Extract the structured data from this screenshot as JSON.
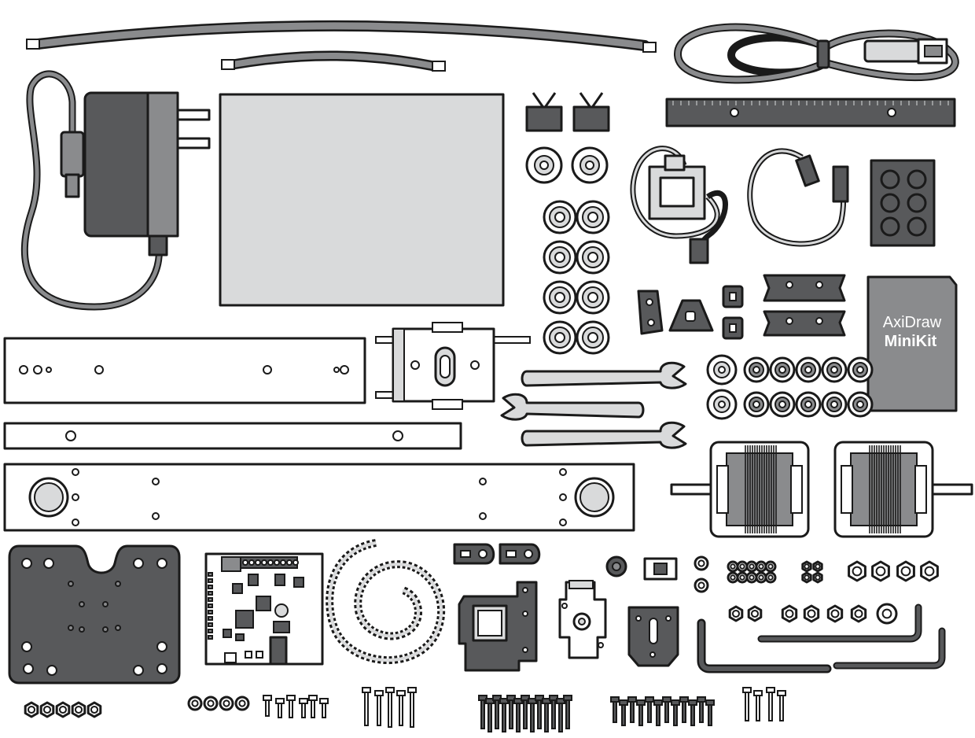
{
  "kit_box": {
    "line1": "AxiDraw",
    "line2": "MiniKit"
  },
  "colors": {
    "outline": "#1a1a1a",
    "dark_part": "#58595b",
    "mid_part": "#8a8b8d",
    "light_part": "#d9dadb",
    "background": "#ffffff"
  },
  "parts": [
    "long-cable",
    "short-cable",
    "usb-cable",
    "power-adapter",
    "acrylic-sheet",
    "binder-clips",
    "pulleys",
    "belt-rail",
    "servo",
    "servo-cable",
    "end-block",
    "kit-box",
    "wrenches",
    "carriage",
    "frame-bars",
    "stepper-motors",
    "base-plate",
    "control-board",
    "timing-belt",
    "pen-mount",
    "hex-keys",
    "hardware"
  ]
}
